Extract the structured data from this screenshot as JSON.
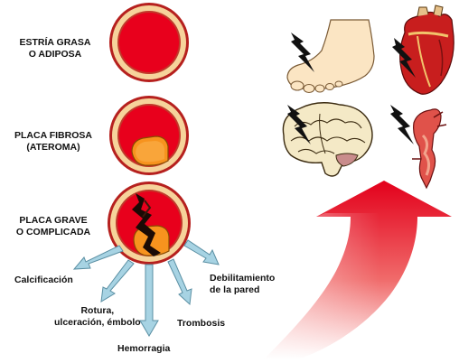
{
  "stages": [
    {
      "line1": "ESTRÍA GRASA",
      "line2": "O ADIPOSA"
    },
    {
      "line1": "PLACA FIBROSA",
      "line2": "(ATEROMA)"
    },
    {
      "line1": "PLACA GRAVE",
      "line2": "O COMPLICADA"
    }
  ],
  "complications": {
    "calcificacion": "Calcificación",
    "rotura_line1": "Rotura,",
    "rotura_line2": "ulceración, émbolo",
    "hemorragia": "Hemorragia",
    "trombosis": "Trombosis",
    "debil_line1": "Debilitamiento",
    "debil_line2": "de la pared"
  },
  "icons": [
    "foot-icon",
    "heart-icon",
    "brain-icon",
    "aorta-icon",
    "lightning-icon",
    "up-arrow-icon"
  ],
  "colors": {
    "vessel_outer": "#c0392b",
    "vessel_wall": "#f5d6a0",
    "lumen": "#e8001c",
    "plaque": "#f7931e",
    "arrow_red": "#e3001b"
  }
}
